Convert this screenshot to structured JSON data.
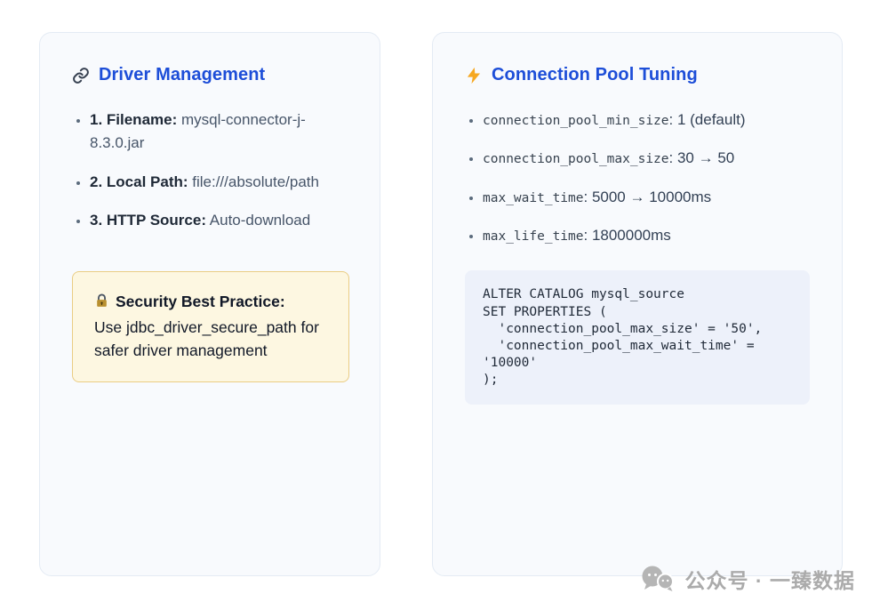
{
  "left_card": {
    "icon": "link",
    "title": "Driver Management",
    "items": [
      {
        "label": "1. Filename:",
        "value": " mysql-connector-j-8.3.0.jar"
      },
      {
        "label": "2. Local Path:",
        "value": " file:///absolute/path"
      },
      {
        "label": "3. HTTP Source:",
        "value": " Auto-download"
      }
    ],
    "callout": {
      "icon": "lock",
      "title": "Security Best Practice:",
      "body": "Use jdbc_driver_secure_path for safer driver management"
    }
  },
  "right_card": {
    "icon": "lightning",
    "title": "Connection Pool Tuning",
    "items": [
      {
        "code": "connection_pool_min_size",
        "rest": ": 1 (default)"
      },
      {
        "code": "connection_pool_max_size",
        "rest": ": 30 → 50"
      },
      {
        "code": "max_wait_time",
        "rest": ": 5000 → 10000ms"
      },
      {
        "code": "max_life_time",
        "rest": ": 1800000ms"
      }
    ],
    "code_block": "ALTER CATALOG mysql_source\nSET PROPERTIES (\n  'connection_pool_max_size' = '50',\n  'connection_pool_max_wait_time' =\n'10000'\n);"
  },
  "watermark": {
    "text": "公众号 · 一臻数据"
  },
  "colors": {
    "title_blue": "#1d4ed8",
    "card_bg": "#f8fafd",
    "callout_bg": "#fdf7e1",
    "callout_border": "#eacd84",
    "code_bg": "#edf1fa",
    "watermark_gray": "#ababab"
  }
}
